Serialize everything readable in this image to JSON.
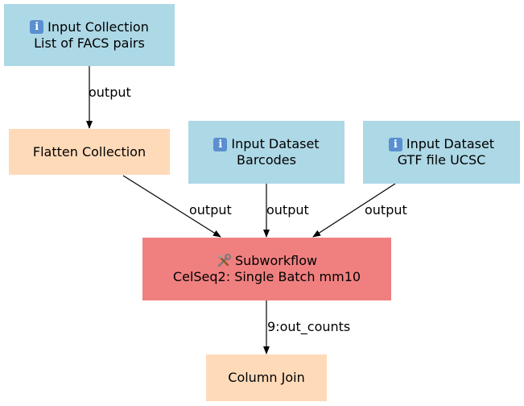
{
  "nodes": {
    "input_collection": {
      "icon": "info-icon",
      "title": "Input Collection",
      "subtitle": "List of FACS pairs",
      "color": "#add8e6"
    },
    "flatten_collection": {
      "title": "Flatten Collection",
      "color": "#ffdab9"
    },
    "input_dataset_barcodes": {
      "icon": "info-icon",
      "title": "Input Dataset",
      "subtitle": "Barcodes",
      "color": "#add8e6"
    },
    "input_dataset_gtf": {
      "icon": "info-icon",
      "title": "Input Dataset",
      "subtitle": "GTF file UCSC",
      "color": "#add8e6"
    },
    "subworkflow": {
      "icon": "tools-icon",
      "title": "Subworkflow",
      "subtitle": "CelSeq2: Single Batch mm10",
      "color": "#f08080"
    },
    "column_join": {
      "title": "Column Join",
      "color": "#ffdab9"
    }
  },
  "edges": [
    {
      "from": "input_collection",
      "to": "flatten_collection",
      "label": "output"
    },
    {
      "from": "flatten_collection",
      "to": "subworkflow",
      "label": "output"
    },
    {
      "from": "input_dataset_barcodes",
      "to": "subworkflow",
      "label": "output"
    },
    {
      "from": "input_dataset_gtf",
      "to": "subworkflow",
      "label": "output"
    },
    {
      "from": "subworkflow",
      "to": "column_join",
      "label": "9:out_counts"
    }
  ],
  "icons": {
    "info_glyph": "i"
  }
}
